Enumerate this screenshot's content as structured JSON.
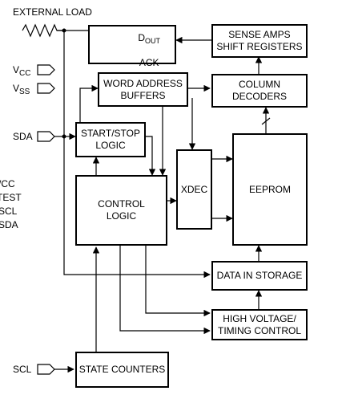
{
  "external_load": "EXTERNAL LOAD",
  "dout": {
    "d": "D",
    "sub": "OUT",
    "ack": "ACK"
  },
  "blocks": {
    "sense_amps": "SENSE AMPS\nSHIFT REGISTERS",
    "word_address": "WORD ADDRESS\nBUFFERS",
    "column_decoders": "COLUMN\nDECODERS",
    "start_stop": "START/STOP\nLOGIC",
    "xdec": "XDEC",
    "eeprom": "EEPROM",
    "control_logic": "CONTROL\nLOGIC",
    "data_in_storage": "DATA IN STORAGE",
    "high_voltage": "HIGH VOLTAGE/\nTIMING CONTROL",
    "state_counters": "STATE COUNTERS"
  },
  "pins": {
    "vcc": {
      "main": "V",
      "sub": "CC"
    },
    "vss": {
      "main": "V",
      "sub": "SS"
    },
    "sda": "SDA",
    "scl": "SCL"
  },
  "left_edge": {
    "cc": "/CC",
    "test": "TEST",
    "scl": "SCL",
    "sda": "SDA"
  },
  "colors": {
    "line": "#000000",
    "background": "#ffffff"
  }
}
